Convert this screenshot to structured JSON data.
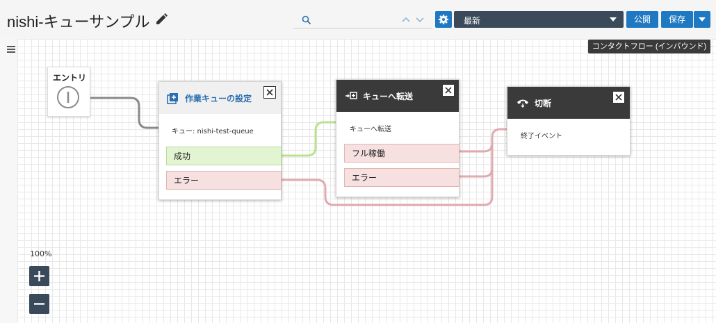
{
  "header": {
    "title": "nishi-キューサンプル",
    "search_placeholder": "",
    "version_select": "最新",
    "publish_label": "公開",
    "save_label": "保存"
  },
  "canvas": {
    "flow_type_label": "コンタクトフロー (インバウンド)",
    "zoom": "100%"
  },
  "entry": {
    "label": "エントリ"
  },
  "blocks": [
    {
      "id": "set-queue",
      "title": "作業キューの設定",
      "description": "キュー: nishi-test-queue",
      "branches": [
        "成功",
        "エラー"
      ]
    },
    {
      "id": "transfer",
      "title": "キューへ転送",
      "description": "キューへ転送",
      "branches": [
        "フル稼働",
        "エラー"
      ]
    },
    {
      "id": "disconnect",
      "title": "切断",
      "description": "終了イベント",
      "branches": []
    }
  ],
  "colors": {
    "accent": "#1e78c2",
    "dark": "#3b4a5a",
    "wire_default": "#8a8a8a",
    "wire_success": "#b9e38e",
    "wire_error": "#e1aab0"
  }
}
